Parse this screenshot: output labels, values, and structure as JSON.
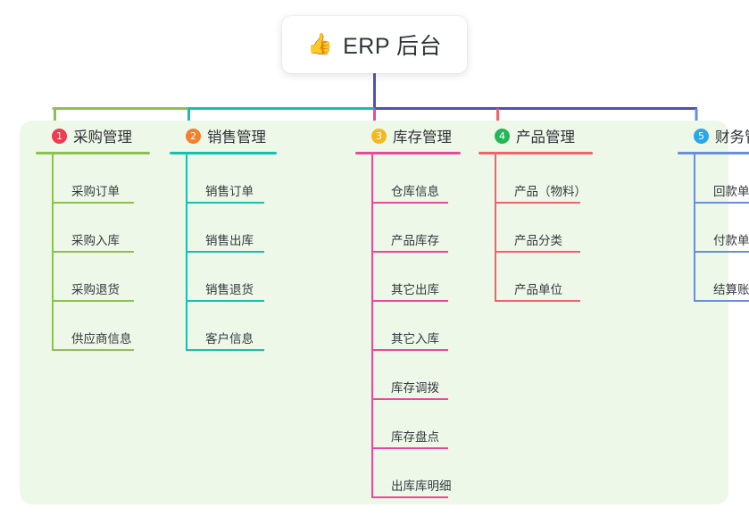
{
  "root": {
    "icon": "thumbs-up-icon",
    "icon_glyph": "👍",
    "title": "ERP 后台"
  },
  "theme": {
    "panel_bg": "#eef8e8",
    "page_bg": "#ffffff",
    "title_color": "#2f3338",
    "leaf_color": "#333a40",
    "bus_center_color": "#4b52b5"
  },
  "columns": [
    {
      "number": "1",
      "badge_color": "#ef3b52",
      "line_color": "#8cc152",
      "label": "采购管理",
      "items": [
        "采购订单",
        "采购入库",
        "采购退货",
        "供应商信息"
      ]
    },
    {
      "number": "2",
      "badge_color": "#f3802a",
      "line_color": "#17bfae",
      "label": "销售管理",
      "items": [
        "销售订单",
        "销售出库",
        "销售退货",
        "客户信息"
      ]
    },
    {
      "number": "3",
      "badge_color": "#f5b820",
      "line_color": "#ec4899",
      "label": "库存管理",
      "items": [
        "仓库信息",
        "产品库存",
        "其它出库",
        "其它入库",
        "库存调拨",
        "库存盘点",
        "出库库明细"
      ]
    },
    {
      "number": "4",
      "badge_color": "#25b658",
      "line_color": "#f4616a",
      "label": "产品管理",
      "items": [
        "产品（物料）",
        "产品分类",
        "产品单位"
      ]
    },
    {
      "number": "5",
      "badge_color": "#28a8e8",
      "line_color": "#6a8fd8",
      "label": "财务管理",
      "items": [
        "回款单",
        "付款单",
        "结算账户"
      ]
    }
  ]
}
